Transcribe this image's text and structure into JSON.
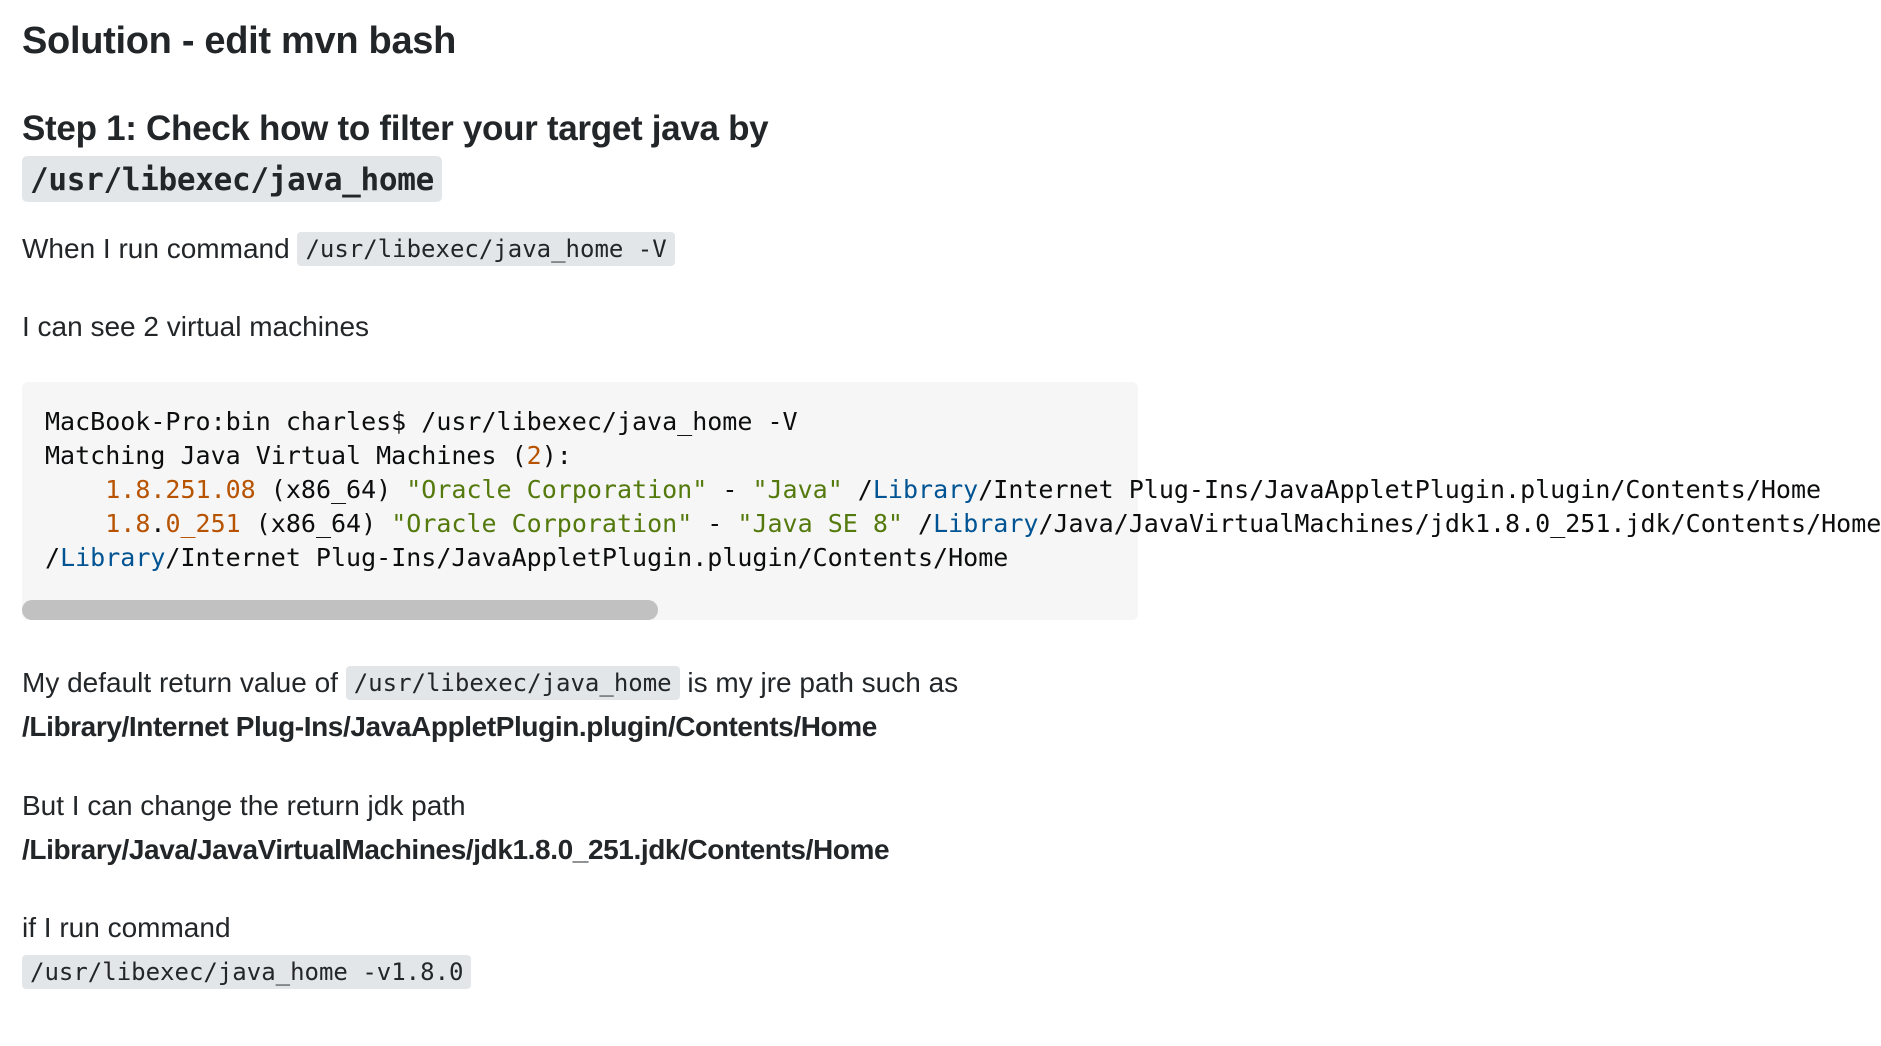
{
  "heading": "Solution - edit mvn bash",
  "step1": {
    "text": "Step 1: Check how to filter your target java by",
    "code": "/usr/libexec/java_home"
  },
  "p1": {
    "text": "When I run command ",
    "code": "/usr/libexec/java_home -V"
  },
  "p2": {
    "text": "I can see 2 virtual machines"
  },
  "codeblock": {
    "line1": "MacBook-Pro:bin charles$ /usr/libexec/java_home -V",
    "line2_a": "Matching Java Virtual Machines (",
    "line2_num": "2",
    "line2_b": "):",
    "line3_indent": "    ",
    "line3_ver": "1.8.251.08",
    "line3_arch": " (x86_64) ",
    "line3_vendor": "\"Oracle Corporation\"",
    "line3_sep": " - ",
    "line3_name": "\"Java\"",
    "line3_sp": " /",
    "line3_lib": "Library",
    "line3_path": "/Internet Plug-Ins/JavaAppletPlugin.plugin/Contents/Home",
    "line4_indent": "    ",
    "line4_ver_a": "1.8",
    "line4_ver_b": ".",
    "line4_ver_c": "0_251",
    "line4_arch": " (x86_64) ",
    "line4_vendor": "\"Oracle Corporation\"",
    "line4_sep": " - ",
    "line4_name": "\"Java SE 8\"",
    "line4_sp": " /",
    "line4_lib": "Library",
    "line4_path": "/Java/JavaVirtualMachines/jdk1.8.0_251.jdk/Contents/Home",
    "line5_a": "/",
    "line5_lib": "Library",
    "line5_path": "/Internet Plug-Ins/JavaAppletPlugin.plugin/Contents/Home"
  },
  "p3": {
    "text_a": "My default return value of ",
    "code": "/usr/libexec/java_home",
    "text_b": " is my jre path such as",
    "bold": "/Library/Internet Plug-Ins/JavaAppletPlugin.plugin/Contents/Home"
  },
  "p4": {
    "text": "But I can change the return jdk path",
    "bold": "/Library/Java/JavaVirtualMachines/jdk1.8.0_251.jdk/Contents/Home"
  },
  "p5": {
    "text": "if I run command",
    "code": "/usr/libexec/java_home -v1.8.0"
  }
}
